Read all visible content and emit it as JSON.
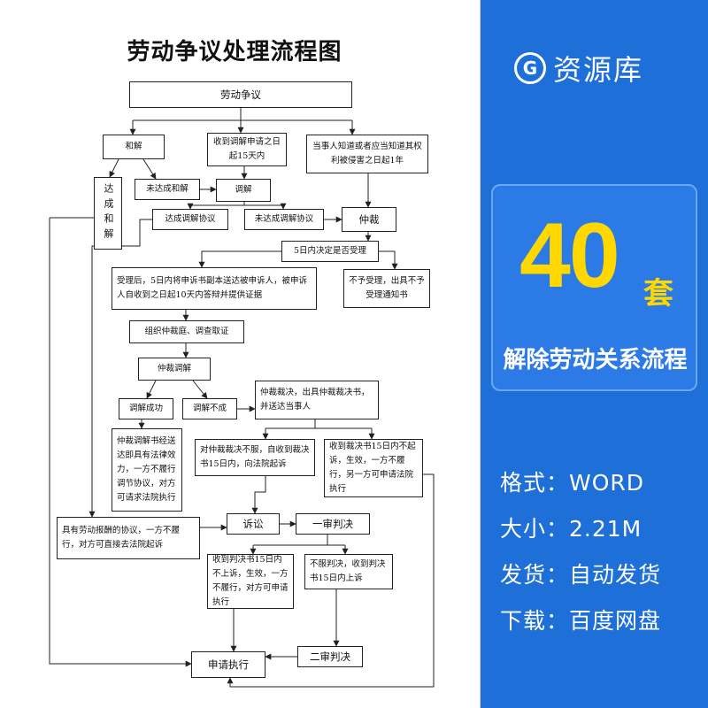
{
  "document": {
    "title": "劳动争议处理流程图",
    "nodes": {
      "root": "劳动争议",
      "settle": "和解",
      "settled": "达成和解",
      "not_settled": "未达成和解",
      "mediation_apply": "收到调解申请之日起15天内",
      "mediation": "调解",
      "mediation_agree": "达成调解协议",
      "mediation_no_agree": "未达成调解协议",
      "know_date": "当事人知道或者应当知道其权利被侵害之日起1年",
      "arbitration": "仲裁",
      "decide_accept": "5日内决定是否受理",
      "accepted": "受理后，5日内将申诉书副本送达被申诉人，被申诉人自收到之日起10天内答辩并提供证据",
      "not_accepted": "不予受理，出具不予受理通知书",
      "tribunal": "组织仲裁庭、调查取证",
      "arb_mediation": "仲裁调解",
      "arb_med_success": "调解成功",
      "arb_med_fail": "调解不成",
      "arb_award": "仲裁裁决，出具仲裁裁决书，并送达当事人",
      "med_doc": "仲裁调解书经送达即具有法律效力，一方不履行调节协议，对方可请求法院执行",
      "award_dissatisfied": "对仲裁裁决不服，自收到裁决书15日内，向法院起诉",
      "award_effective": "收到裁决书15日内不起诉，生效，一方不履行，另一方可申请法院执行",
      "paid_agreement": "具有劳动报酬的协议，一方不履行，对方可直接去法院起诉",
      "lawsuit": "诉讼",
      "first_instance": "一审判决",
      "first_effective": "收到判决书15日内不上诉，生效，一方不履行，对方可申请执行",
      "first_appeal": "不服判决，收到判决书15日内上诉",
      "second_instance": "二审判决",
      "enforce": "申请执行"
    }
  },
  "promo": {
    "brand_name": "资源库",
    "logo_letter": "G",
    "count": "40",
    "count_unit": "套",
    "caption": "解除劳动关系流程",
    "info": [
      {
        "label": "格式：",
        "value": "WORD"
      },
      {
        "label": "大小：",
        "value": "2.21M"
      },
      {
        "label": "发货：",
        "value": "自动发货"
      },
      {
        "label": "下载：",
        "value": "百度网盘"
      }
    ],
    "colors": {
      "panel": "#1e6fd8",
      "accent": "#ffd800",
      "card": "#2b7ae6"
    }
  }
}
